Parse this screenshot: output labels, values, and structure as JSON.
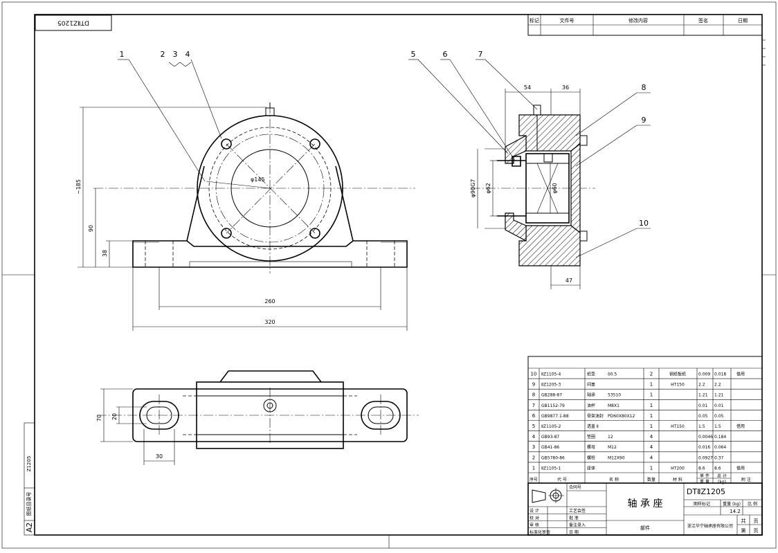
{
  "title_block": {
    "drawing_number": "DTⅡZ1205",
    "part_name": "轴 承 座",
    "company": "浙江华宁轴承座有限公司",
    "weight": "14.2",
    "bottom_center": "部件",
    "contract_label": "合同号",
    "col_labels": [
      "图样标记",
      "重量 (kg)",
      "比 例"
    ],
    "sheet_labels": [
      "共",
      "页",
      "第",
      "页"
    ],
    "sign_rows_left": [
      "设 计",
      "校 对",
      "审 核",
      "标准化审查"
    ],
    "sign_rows_right": [
      "工艺会签",
      "批 准",
      "备注录入",
      "日 期"
    ]
  },
  "revision_block": {
    "headers": [
      "标记",
      "文件号",
      "修改内容",
      "签名",
      "日期"
    ]
  },
  "top_left_box": "DTⅡZ1205",
  "side_labels": {
    "sheet_size": "A2",
    "doc_type": "图纸目录号",
    "code": "Z1205"
  },
  "bom": {
    "headers": [
      "序号",
      "代 号",
      "名 称",
      "数量",
      "材 料",
      "单件重量",
      "总计重量",
      "附 注"
    ],
    "header_sub": [
      "单 件",
      "总 计",
      "重 量",
      "(kg)"
    ],
    "rows": [
      {
        "no": "10",
        "code": "ⅡZ1105-4",
        "name": "纸垫",
        "spec": "δ0.5",
        "qty": "2",
        "material": "钢纸板纸",
        "unit": "0.009",
        "total": "0.018",
        "note": "借用"
      },
      {
        "no": "9",
        "code": "ⅡZ1205-3",
        "name": "闷盖",
        "spec": "",
        "qty": "1",
        "material": "HT150",
        "unit": "2.2",
        "total": "2.2",
        "note": ""
      },
      {
        "no": "8",
        "code": "GB288-87",
        "name": "轴承",
        "spec": "53510",
        "qty": "1",
        "material": "",
        "unit": "1.21",
        "total": "1.21",
        "note": ""
      },
      {
        "no": "7",
        "code": "GB1152-79",
        "name": "油杯",
        "spec": "M8X1",
        "qty": "1",
        "material": "",
        "unit": "0.01",
        "total": "0.01",
        "note": ""
      },
      {
        "no": "6",
        "code": "GB9877.1-88",
        "name": "骨架油封",
        "spec": "PD60X80X12",
        "qty": "1",
        "material": "",
        "unit": "0.05",
        "total": "0.05",
        "note": ""
      },
      {
        "no": "5",
        "code": "ⅡZ1105-2",
        "name": "透盖 Ⅱ",
        "spec": "",
        "qty": "1",
        "material": "HT150",
        "unit": "1.5",
        "total": "1.5",
        "note": "借用"
      },
      {
        "no": "4",
        "code": "GB93-87",
        "name": "垫圈",
        "spec": "12",
        "qty": "4",
        "material": "",
        "unit": "0.0046",
        "total": "0.184",
        "note": ""
      },
      {
        "no": "3",
        "code": "GB41-86",
        "name": "螺母",
        "spec": "M12",
        "qty": "4",
        "material": "",
        "unit": "0.016",
        "total": "0.064",
        "note": ""
      },
      {
        "no": "2",
        "code": "GB5780-86",
        "name": "螺栓",
        "spec": "M12X90",
        "qty": "4",
        "material": "",
        "unit": "0.0927",
        "total": "0.37",
        "note": ""
      },
      {
        "no": "1",
        "code": "ⅡZ1105-1",
        "name": "座体",
        "spec": "",
        "qty": "1",
        "material": "HT200",
        "unit": "8.6",
        "total": "8.6",
        "note": "借用"
      }
    ]
  },
  "front_view": {
    "balloons": [
      "1",
      "2",
      "3",
      "4"
    ],
    "dims": {
      "height_total": "~185",
      "center_height": "90",
      "base_height": "38",
      "bolt_spacing": "260",
      "total_length": "320",
      "bolt_circle": "φ145"
    }
  },
  "section_view": {
    "balloons": [
      "5",
      "6",
      "7",
      "8",
      "9",
      "10"
    ],
    "dims": {
      "d54": "54",
      "d36": "36",
      "d47": "47",
      "outer": "φ90G7",
      "d62": "φ62",
      "d60": "φ60"
    }
  },
  "plan_view": {
    "dims": {
      "width": "70",
      "slot": "20",
      "slot_len": "30"
    }
  }
}
